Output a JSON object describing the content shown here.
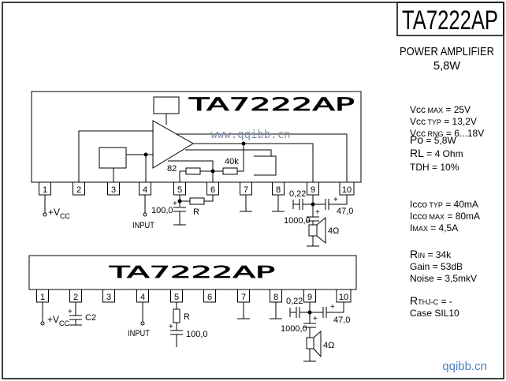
{
  "title_block": {
    "part_number": "TA7222AP",
    "description": "POWER AMPLIFIER",
    "power_rating": "5,8W"
  },
  "specs": {
    "group1": [
      {
        "label": "Vcc",
        "sub": "MAX",
        "value": "= 25V"
      },
      {
        "label": "Vcc",
        "sub": "TYP",
        "value": "= 13,2V"
      },
      {
        "label": "Vcc",
        "sub": "RNG",
        "value": "= 6...18V"
      }
    ],
    "group2": [
      {
        "label": "Po",
        "sub": "",
        "value": "= 5,8W"
      },
      {
        "label": "RL",
        "sub": "",
        "value": "= 4 Ohm"
      },
      {
        "label": "TDH",
        "sub": "",
        "value": "= 10%"
      }
    ],
    "group3": [
      {
        "label": "Icco",
        "sub": "TYP",
        "value": "= 40mA"
      },
      {
        "label": "Icco",
        "sub": "MAX",
        "value": "= 80mA"
      },
      {
        "label": "I",
        "sub": "MAX",
        "value": "=    4,5A"
      }
    ],
    "group4": [
      {
        "label": "R",
        "sub": "IN",
        "value": "= 34k"
      },
      {
        "label": "Gain",
        "sub": "",
        "value": "= 53dB"
      },
      {
        "label": "Noise",
        "sub": "",
        "value": "= 3,5mkV"
      }
    ],
    "group5": [
      {
        "label": "R",
        "sub": "THJ-C",
        "value": "= -"
      },
      {
        "label": "Case",
        "sub": "",
        "value": "SIL10"
      }
    ]
  },
  "diagram_top": {
    "chip_label": "TA7222AP",
    "watermark": "www.qqibb.cn",
    "pins": [
      "1",
      "2",
      "3",
      "4",
      "5",
      "6",
      "7",
      "8",
      "9",
      "10"
    ],
    "components": {
      "r_internal_1": "82",
      "r_internal_2": "40k",
      "vcc_label": "+V",
      "vcc_sub": "CC",
      "input_label": "INPUT",
      "cap_pin5": "100,0",
      "resistor_ext": "R",
      "cap_pin8_9": "0,22",
      "cap_bootstrap": "47,0",
      "cap_output": "1000,0",
      "speaker": "4Ω",
      "plus": "+"
    }
  },
  "diagram_bottom": {
    "chip_label": "TA7222AP",
    "pins": [
      "1",
      "2",
      "3",
      "4",
      "5",
      "6",
      "7",
      "8",
      "9",
      "10"
    ],
    "components": {
      "vcc_label": "+V",
      "vcc_sub": "CC",
      "cap_pin2": "C2",
      "input_label": "INPUT",
      "resistor_ext": "R",
      "cap_pin5": "100,0",
      "cap_pin8_9": "0,22",
      "cap_bootstrap": "47,0",
      "cap_output": "1000,0",
      "speaker": "4Ω",
      "plus": "+"
    }
  },
  "footer": {
    "site": "qqibb.cn"
  },
  "colors": {
    "ink": "#000000",
    "watermark": "#7a8aa0",
    "site": "#4a7fc0"
  }
}
